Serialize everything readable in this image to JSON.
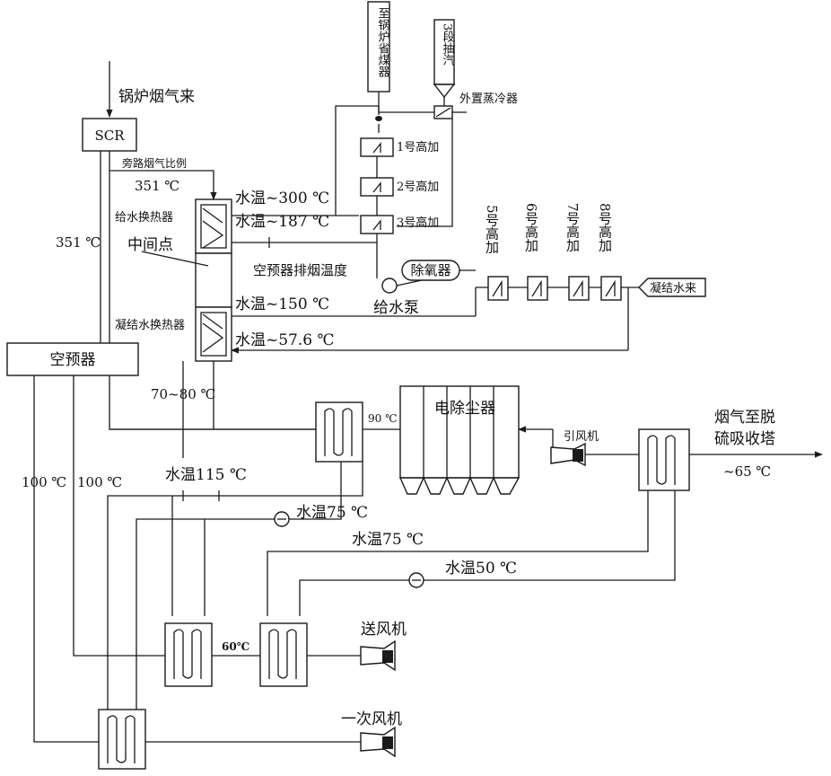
{
  "labels": {
    "boiler_flue_gas_in": "锅炉烟气来",
    "scr": "SCR",
    "bypass_ratio": "旁路烟气比例",
    "temp_351_a": "351 ℃",
    "temp_351_b": "351 ℃",
    "feedwater_hx": "给水换热器",
    "water_300": "水温~300 ℃",
    "water_187": "水温~187 ℃",
    "mid_point": "中间点",
    "ah_exhaust_temp": "空预器排烟温度",
    "water_150": "水温~150 ℃",
    "condensate_hx": "凝结水换热器",
    "water_57": "水温~57.6 ℃",
    "air_preheater": "空预器",
    "temp_70_80": "70~80 ℃",
    "to_economizer": "至锅炉省煤器",
    "extraction_3": "3段抽汽",
    "ext_desuperheater": "外置蒸冷器",
    "hp1": "1号高加",
    "hp2": "2号高加",
    "hp3": "3号高加",
    "deaerator": "除氧器",
    "feed_pump": "给水泵",
    "lp5": "5号高加",
    "lp6": "6号高加",
    "lp7": "7号高加",
    "lp8": "8号高加",
    "condensate_in": "凝结水来",
    "temp_90": "90 ℃",
    "esp": "电除尘器",
    "id_fan": "引风机",
    "to_fgd_1": "烟气至脱",
    "to_fgd_2": "硫吸收塔",
    "temp_65": "~65 ℃",
    "temp_100_a": "100 ℃",
    "temp_100_b": "100 ℃",
    "water_115": "水温115 ℃",
    "water_75_a": "水温75 ℃",
    "water_75_b": "水温75 ℃",
    "water_50": "水温50 ℃",
    "temp_60": "60℃",
    "fd_fan": "送风机",
    "pa_fan": "一次风机"
  }
}
